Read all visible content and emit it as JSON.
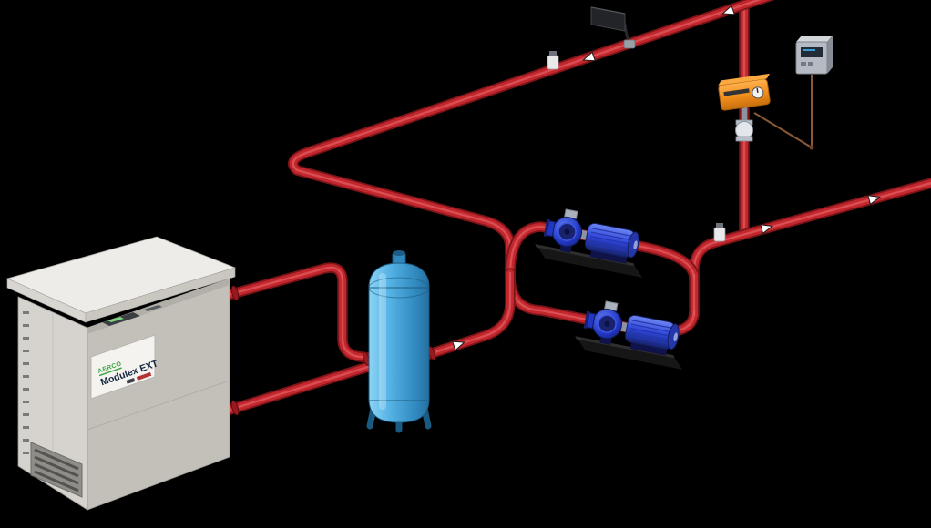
{
  "scene": {
    "background_color": "#000000",
    "description": "Isometric 3D diagram of a hydronic boiler piping system: boiler, air separator tank, two circulator pumps, bypass control valve with actuator, wall controller, air vent, and red piping with white flow-direction arrows"
  },
  "colors": {
    "pipe_red": "#c2272d",
    "pipe_dark": "#7c1418",
    "pipe_highlight": "#e0595d",
    "tank_blue": "#54b2e4",
    "pump_blue": "#2d44d8",
    "actuator_orange": "#f08c1a",
    "boiler_body": "#d0cdc8",
    "arrow_white": "#ffffff",
    "wire_brown": "#8a5a36"
  },
  "boiler_label": {
    "brand": "AERCO",
    "model": "Modulex EXT"
  },
  "components": {
    "boiler": "condensing-boiler",
    "tank": "air-separator-tank",
    "pump_1": "circulator-pump",
    "pump_2": "circulator-pump",
    "valve": "control-valve-with-actuator",
    "controller": "wall-controller",
    "vent": "air-vent-flag",
    "sensor": "pipe-sensor",
    "arrows": "flow-direction-arrows",
    "arrow_count": 5
  }
}
